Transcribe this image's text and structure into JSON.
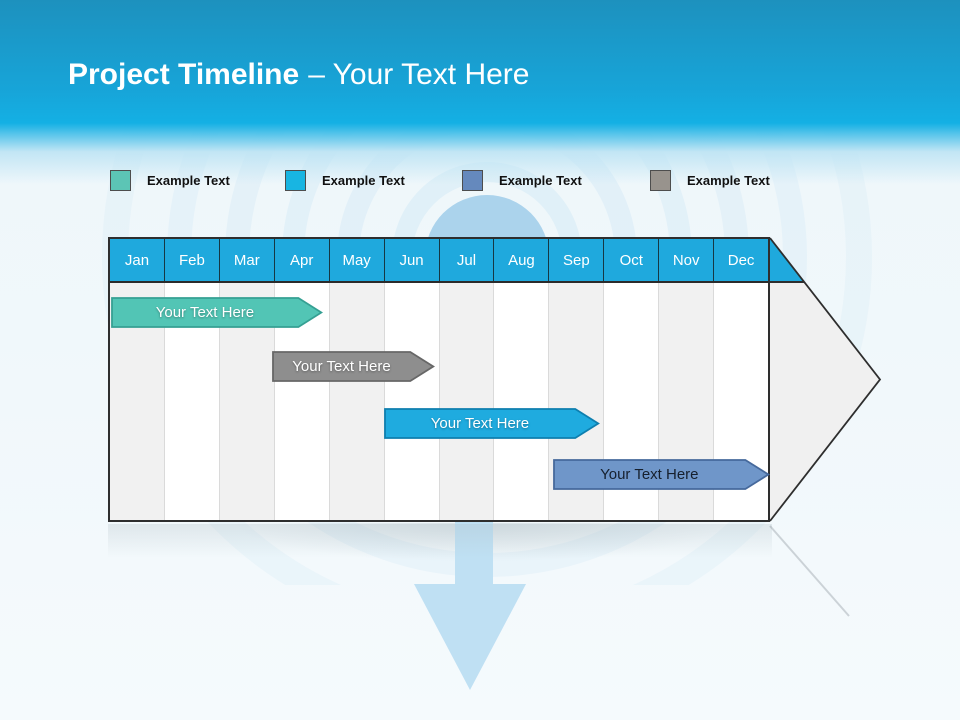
{
  "title": {
    "bold": "Project Timeline",
    "rest": "– Your Text Here"
  },
  "legend": {
    "items": [
      {
        "label": "Example Text",
        "color": "#5CC5B5"
      },
      {
        "label": "Example Text",
        "color": "#18B5E2"
      },
      {
        "label": "Example Text",
        "color": "#6589BD"
      },
      {
        "label": "Example Text",
        "color": "#98938D"
      }
    ]
  },
  "timeline": {
    "months": [
      "Jan",
      "Feb",
      "Mar",
      "Apr",
      "May",
      "Jun",
      "Jul",
      "Aug",
      "Sep",
      "Oct",
      "Nov",
      "Dec"
    ],
    "bars": [
      {
        "label": "Your Text Here",
        "start_month": 0.05,
        "end_month": 3.9,
        "fill": "#52C5B5",
        "border": "#35A093",
        "text_color": "#FFFFFF"
      },
      {
        "label": "Your Text Here",
        "start_month": 2.97,
        "end_month": 5.93,
        "fill": "#8E8E8E",
        "border": "#676767",
        "text_color": "#FFFFFF"
      },
      {
        "label": "Your Text Here",
        "start_month": 5.0,
        "end_month": 8.92,
        "fill": "#1FABDF",
        "border": "#0E7FAF",
        "text_color": "#FFFFFF"
      },
      {
        "label": "Your Text Here",
        "start_month": 8.06,
        "end_month": 12.0,
        "fill": "#6F96C9",
        "border": "#46699C",
        "text_color": "#16202E"
      }
    ]
  },
  "colors": {
    "band_top": "#1D91BE",
    "band_cyan": "#14B0E4",
    "background": "#EDF6FA",
    "month_header": "#1FA9DD",
    "header_text": "#FFFFFF",
    "column_odd": "#F1F1F1",
    "column_even": "#FFFFFF",
    "table_border": "#2E2E2E",
    "arrowhead_fill": "#F0F0F0",
    "deco_arrow": "#BFE0F3"
  }
}
